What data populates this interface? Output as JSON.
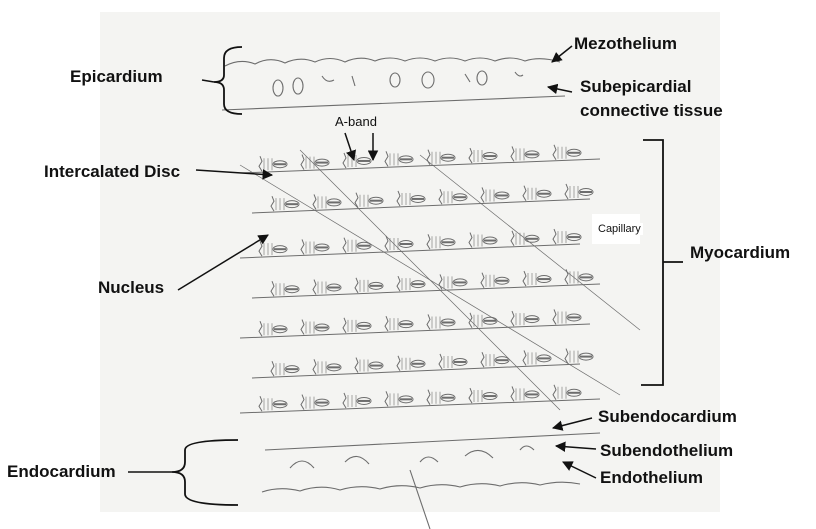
{
  "labels": {
    "epicardium": "Epicardium",
    "mezothelium": "Mezothelium",
    "subepicardial_line1": "Subepicardial",
    "subepicardial_line2": "connective tissue",
    "a_band": "A-band",
    "intercalated_disc": "Intercalated Disc",
    "capillary": "Capillary",
    "myocardium": "Myocardium",
    "nucleus": "Nucleus",
    "subendocardium": "Subendocardium",
    "subendothelium": "Subendothelium",
    "endocardium": "Endocardium",
    "endothelium": "Endothelium"
  },
  "colors": {
    "paper": "#f4f4f2",
    "pencil": "#6d6d6d",
    "ink": "#111111"
  }
}
